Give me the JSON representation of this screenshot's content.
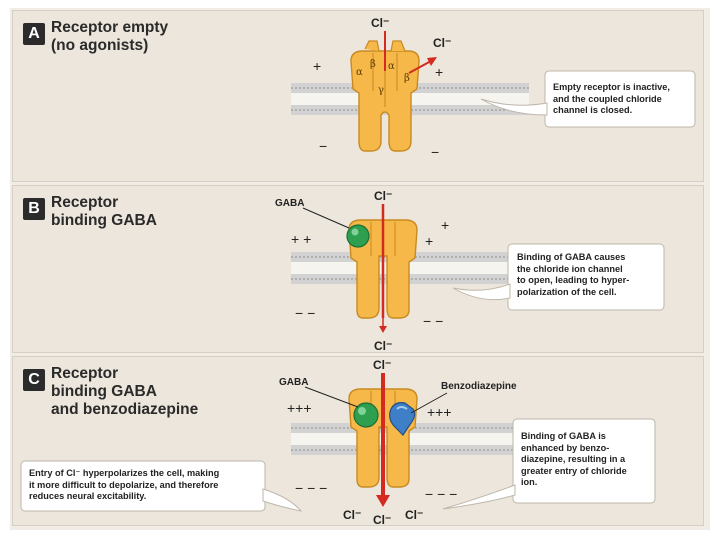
{
  "panels": [
    {
      "letter": "A",
      "title_lines": [
        "Receptor empty",
        "(no agonists)"
      ],
      "callout_lines": [
        "Empty receptor is inactive,",
        "and the coupled chloride",
        "channel is closed."
      ],
      "ion_top": "Cl⁻",
      "ion_side": "Cl⁻",
      "subunits": [
        "α",
        "β",
        "α",
        "γ",
        "β"
      ],
      "charges": [
        "+",
        "+",
        "−",
        "−"
      ]
    },
    {
      "letter": "B",
      "title_lines": [
        "Receptor",
        "binding GABA"
      ],
      "gaba_label": "GABA",
      "callout_lines": [
        "Binding of GABA causes",
        "the chloride ion channel",
        "to open, leading to hyper-",
        "polarization of the cell."
      ],
      "ion_top": "Cl⁻",
      "ion_bottom": "Cl⁻",
      "charges": [
        "+ +",
        "+",
        "+",
        "− −",
        "− −"
      ]
    },
    {
      "letter": "C",
      "title_lines": [
        "Receptor",
        "binding GABA",
        "and benzodiazepine"
      ],
      "gaba_label": "GABA",
      "benzo_label": "Benzodiazepine",
      "callout_right_lines": [
        "Binding of GABA is",
        "enhanced by benzo-",
        "diazepine, resulting in a",
        "greater entry of chloride",
        "ion."
      ],
      "callout_left_lines": [
        "Entry of Cl⁻ hyperpolarizes the cell, making",
        "it more difficult to depolarize, and therefore",
        "reduces neural excitability."
      ],
      "ion_top": "Cl⁻",
      "ions_bottom": [
        "Cl⁻",
        "Cl⁻",
        "Cl⁻"
      ],
      "charges": [
        "+++",
        "+++",
        "− − −",
        "− − −"
      ]
    }
  ],
  "colors": {
    "receptor_fill": "#f7b84a",
    "receptor_stroke": "#c98a1f",
    "gaba": "#2e9e4f",
    "benzodiazepine": "#3f7fc8",
    "ion_arrow": "#d42a1f",
    "membrane": "#9a9a9a"
  }
}
